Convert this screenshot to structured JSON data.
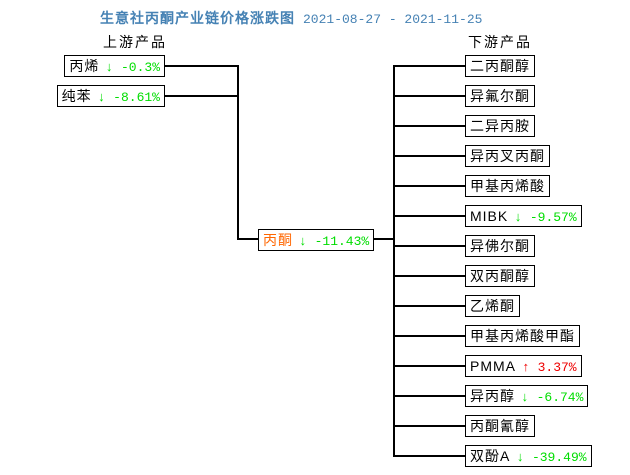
{
  "title": {
    "text": "生意社丙酮产业链价格涨跌图",
    "date_range": "2021-08-27 - 2021-11-25"
  },
  "labels": {
    "upstream": "上游产品",
    "downstream": "下游产品"
  },
  "colors": {
    "title_blue": "#4682b4",
    "down_green": "#00dd00",
    "up_red": "#ee0000",
    "center_name_orange": "#ff6600",
    "line_black": "#000000"
  },
  "center_node": {
    "name": "丙酮",
    "change": "↓ -11.43%",
    "direction": "down"
  },
  "upstream_nodes": [
    {
      "name": "丙烯",
      "change": "↓ -0.3%",
      "direction": "down"
    },
    {
      "name": "纯苯",
      "change": "↓ -8.61%",
      "direction": "down"
    }
  ],
  "downstream_nodes": [
    {
      "name": "二丙酮醇"
    },
    {
      "name": "异氟尔酮"
    },
    {
      "name": "二异丙胺"
    },
    {
      "name": "异丙叉丙酮"
    },
    {
      "name": "甲基丙烯酸"
    },
    {
      "name": "MIBK",
      "change": "↓ -9.57%",
      "direction": "down"
    },
    {
      "name": "异佛尔酮"
    },
    {
      "name": "双丙酮醇"
    },
    {
      "name": "乙烯酮"
    },
    {
      "name": "甲基丙烯酸甲酯"
    },
    {
      "name": "PMMA",
      "change": "↑ 3.37%",
      "direction": "up"
    },
    {
      "name": "异丙醇",
      "change": "↓ -6.74%",
      "direction": "down"
    },
    {
      "name": "丙酮氰醇"
    },
    {
      "name": "双酚A",
      "change": "↓ -39.49%",
      "direction": "down"
    }
  ]
}
